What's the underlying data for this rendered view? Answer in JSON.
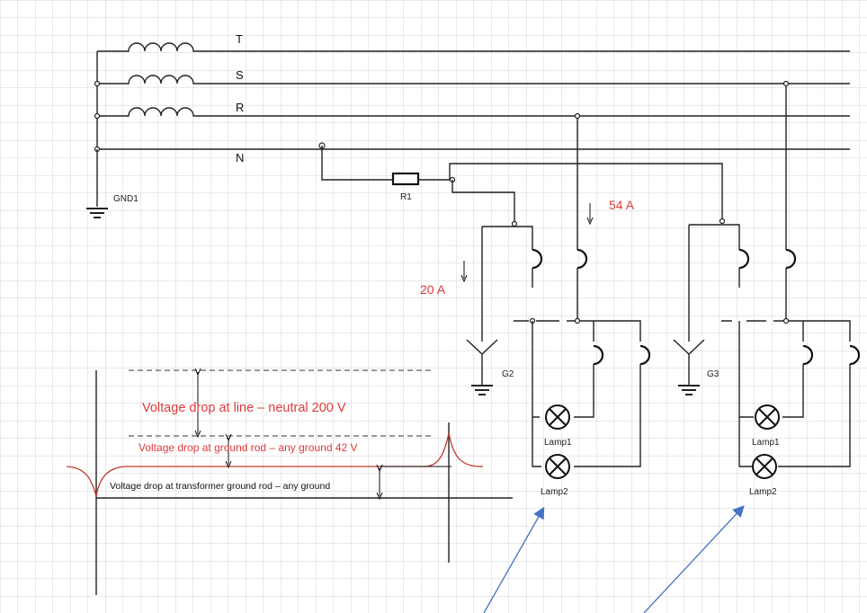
{
  "phases": {
    "T": "T",
    "S": "S",
    "R": "R",
    "N": "N"
  },
  "labels": {
    "gnd1": "GND1",
    "r1": "R1",
    "g2": "G2",
    "g3": "G3",
    "lamp1_a": "Lamp1",
    "lamp2_a": "Lamp2",
    "lamp1_b": "Lamp1",
    "lamp2_b": "Lamp2"
  },
  "currents": {
    "c54": "54 A",
    "c20": "20 A"
  },
  "voltage": {
    "line_neutral": "Voltage drop at line – neutral 200 V",
    "ground_rod": "Voltage drop at ground rod – any ground 42 V",
    "transformer": "Voltage drop at transformer ground rod – any ground"
  },
  "colors": {
    "grid": "#d0d0d0",
    "wire": "#222222",
    "red": "#e03a3a",
    "arrow": "#4472c4"
  }
}
